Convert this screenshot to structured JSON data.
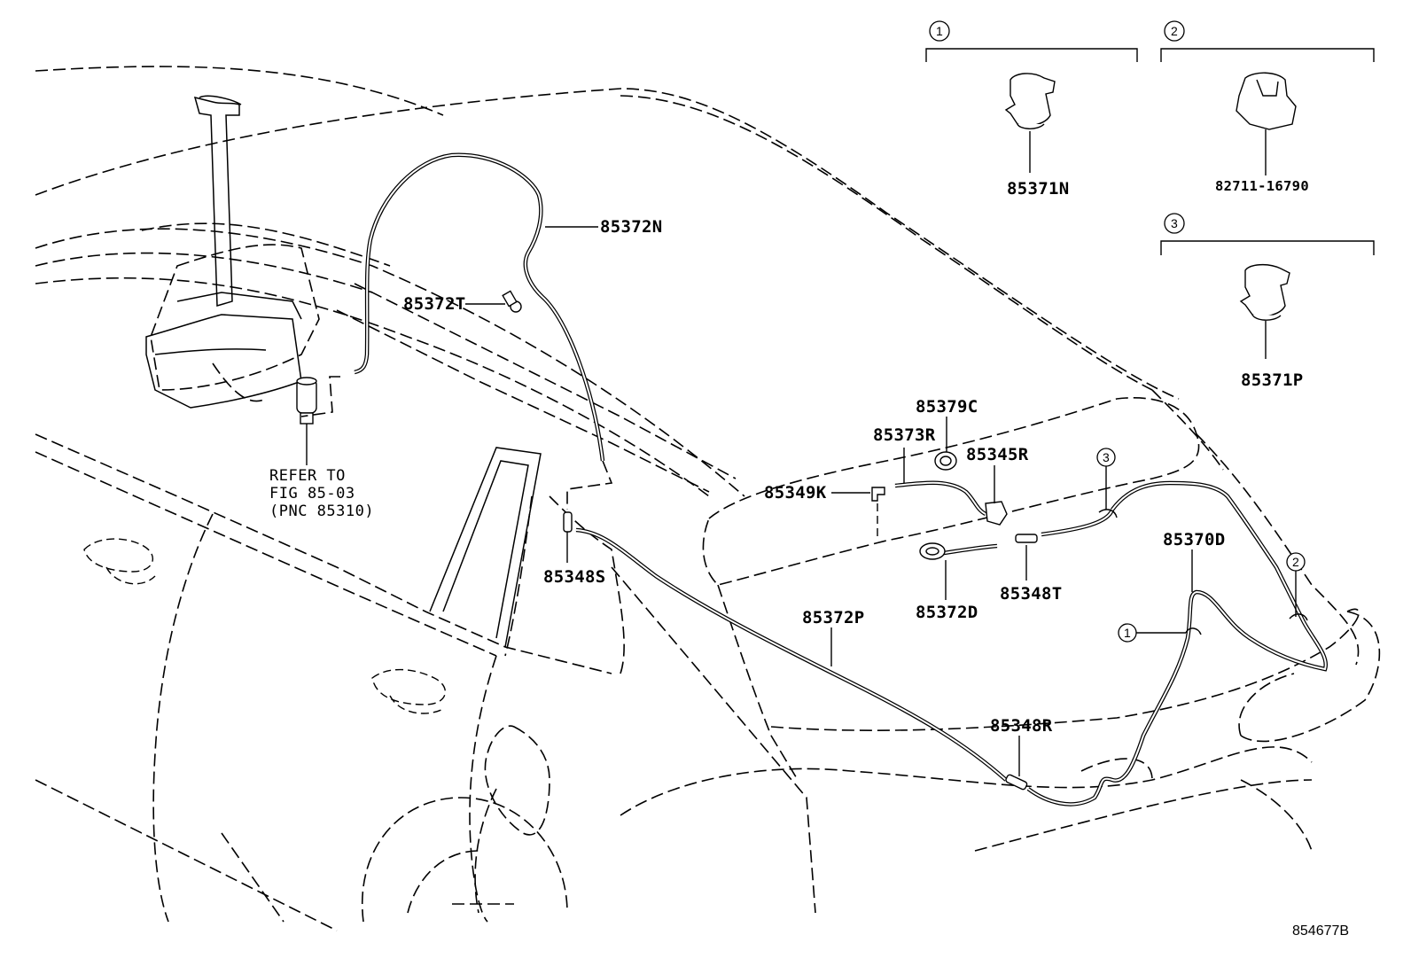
{
  "diagram": {
    "figure_code": "854677B",
    "callout_groups": [
      {
        "number": "1",
        "part": "85371N"
      },
      {
        "number": "2",
        "part": "82711-16790"
      },
      {
        "number": "3",
        "part": "85371P"
      }
    ],
    "parts": {
      "p85372N": "85372N",
      "p85372T": "85372T",
      "p85379C": "85379C",
      "p85373R": "85373R",
      "p85345R": "85345R",
      "p85349K": "85349K",
      "p85348S": "85348S",
      "p85372D": "85372D",
      "p85348T": "85348T",
      "p85370D": "85370D",
      "p85372P": "85372P",
      "p85348R": "85348R"
    },
    "refer_note": [
      "REFER TO",
      "FIG 85-03",
      "(PNC 85310)"
    ],
    "hose_callouts": [
      "3",
      "2",
      "1"
    ]
  }
}
